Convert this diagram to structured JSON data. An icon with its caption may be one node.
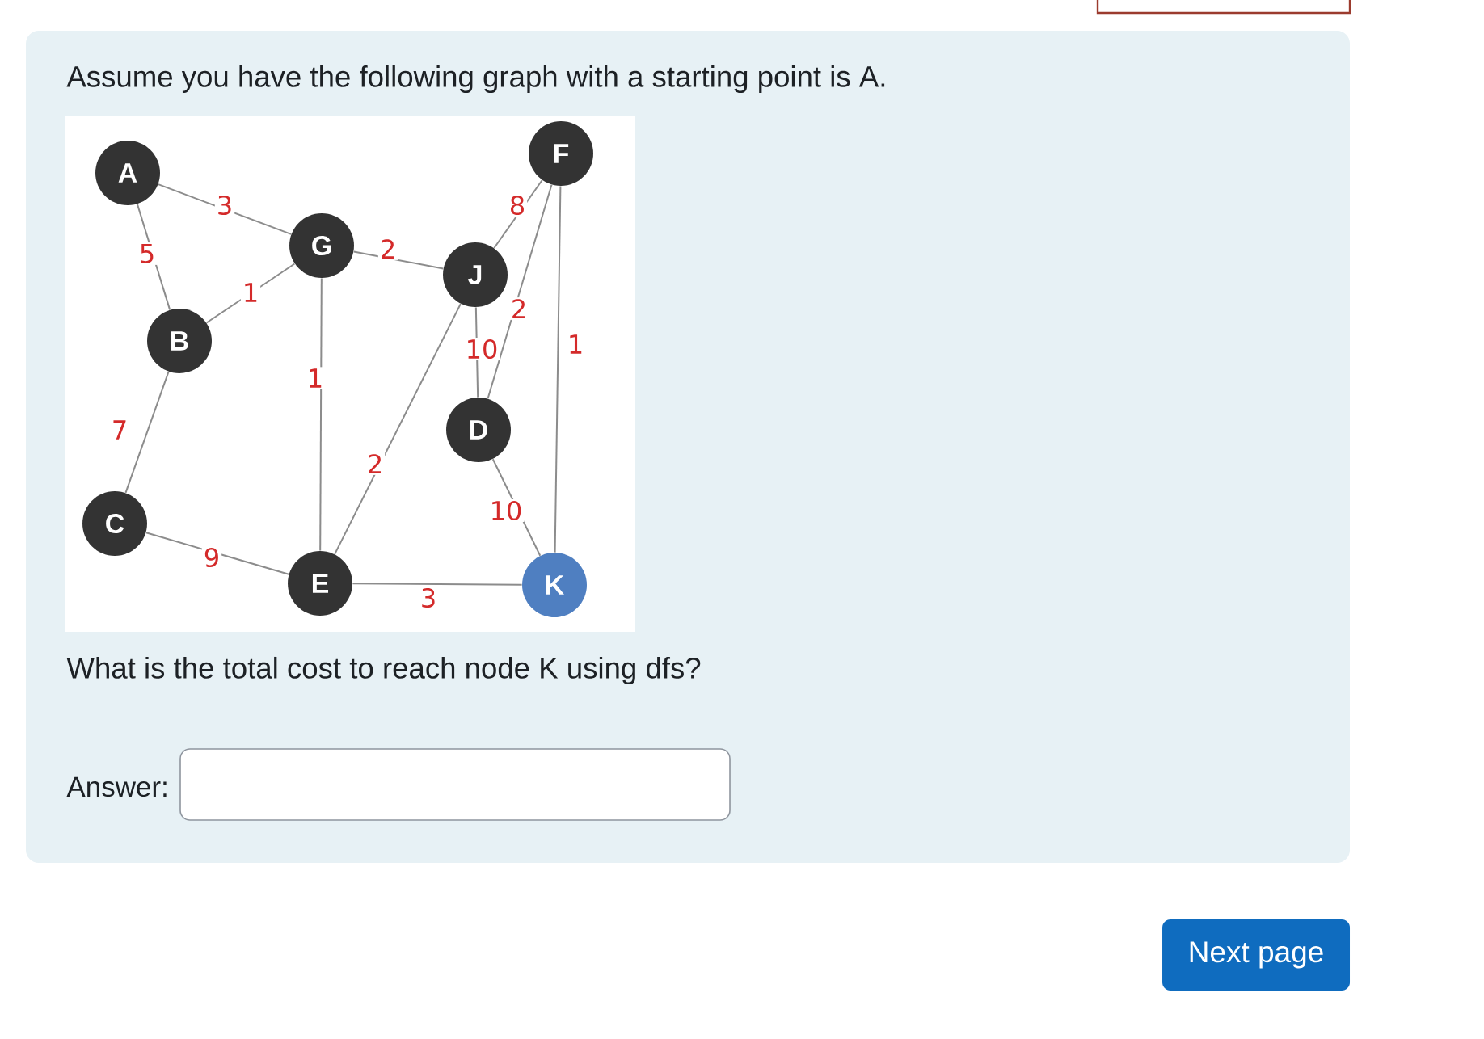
{
  "diagram": {
    "nodes": [
      {
        "text": [
          "A"
        ]
      },
      {
        "text": [
          "F"
        ]
      },
      {
        "text": [
          "G"
        ]
      },
      {
        "text": [
          "J"
        ]
      },
      {
        "text": [
          "B"
        ]
      },
      {
        "text": [
          "D"
        ]
      },
      {
        "text": [
          "C"
        ]
      },
      {
        "text": [
          "E"
        ]
      },
      {
        "text": [
          "K"
        ]
      }
    ],
    "edges": [
      {
        "from": 0,
        "to": 2,
        "arrow": "none",
        "label": "3"
      },
      {
        "from": 0,
        "to": 4,
        "arrow": "none",
        "label": "5"
      },
      {
        "from": 2,
        "to": 4,
        "arrow": "none",
        "label": "1"
      },
      {
        "from": 2,
        "to": 3,
        "arrow": "none",
        "label": "2"
      },
      {
        "from": 3,
        "to": 1,
        "arrow": "none",
        "label": "8"
      },
      {
        "from": 1,
        "to": 5,
        "arrow": "none",
        "label": "2"
      },
      {
        "from": 1,
        "to": 8,
        "arrow": "none",
        "label": "1"
      },
      {
        "from": 3,
        "to": 5,
        "arrow": "none",
        "label": "10"
      },
      {
        "from": 3,
        "to": 7,
        "arrow": "none",
        "label": "2"
      },
      {
        "from": 2,
        "to": 7,
        "arrow": "none",
        "label": "1"
      },
      {
        "from": 4,
        "to": 6,
        "arrow": "none",
        "label": "7"
      },
      {
        "from": 6,
        "to": 7,
        "arrow": "none",
        "label": "9"
      },
      {
        "from": 7,
        "to": 8,
        "arrow": "none",
        "label": "3"
      },
      {
        "from": 5,
        "to": 8,
        "arrow": "none",
        "label": "10"
      }
    ],
    "labels": [
      "Assume you have the following graph with a starting point is A.",
      "What is the total cost to reach node K using dfs?",
      "Answer:",
      "Next page"
    ]
  }
}
